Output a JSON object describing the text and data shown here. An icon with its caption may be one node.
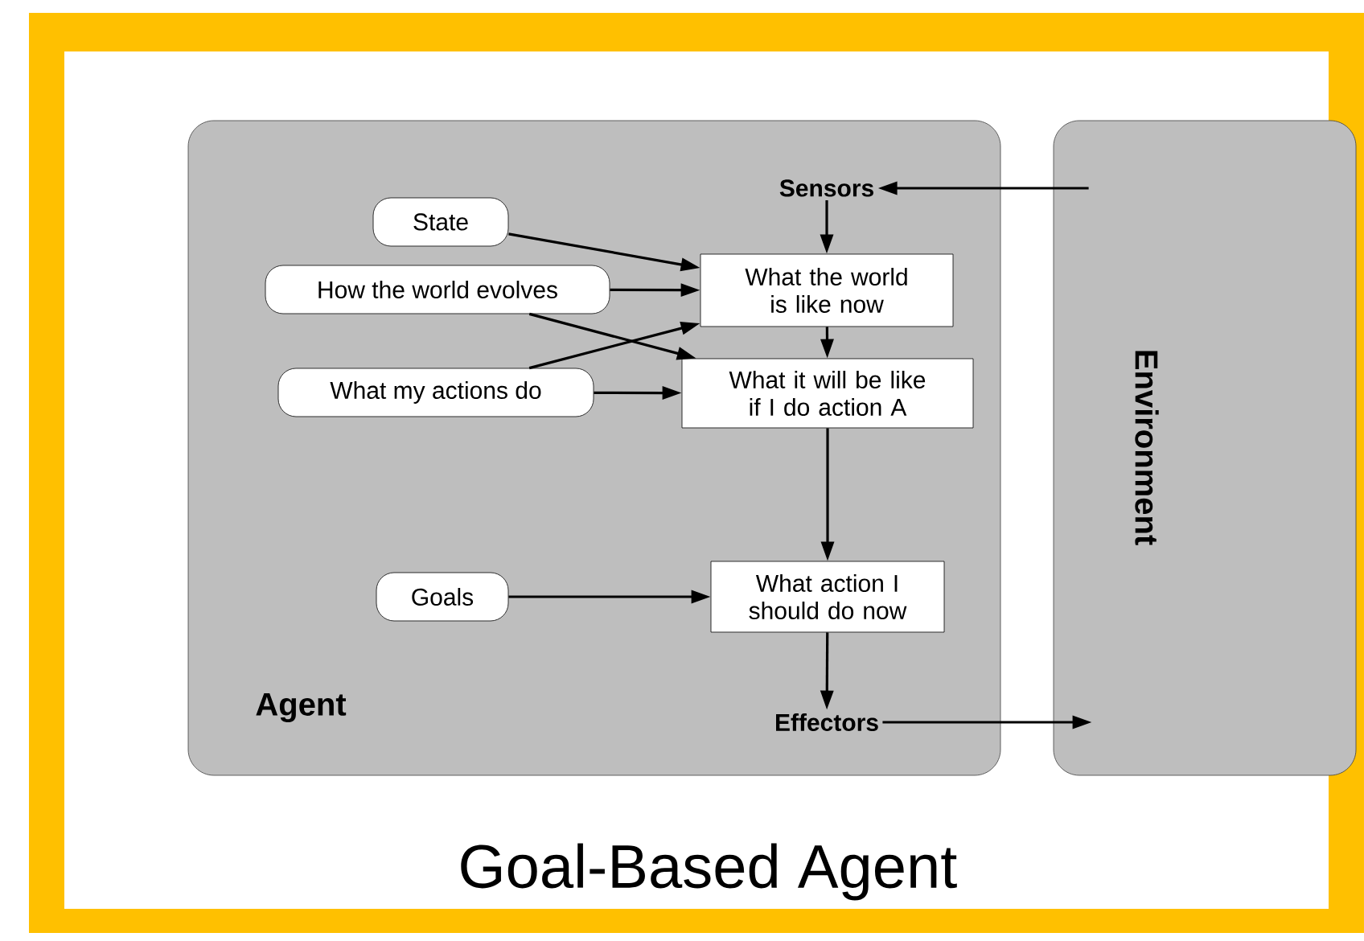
{
  "diagram": {
    "caption": "Goal-Based Agent",
    "nodes": [
      {
        "text": [
          "Agent"
        ]
      },
      {
        "text": [
          "Environment"
        ]
      },
      {
        "text": [
          "Sensors"
        ],
        "in": 0
      },
      {
        "text": [
          "State"
        ],
        "in": 0
      },
      {
        "text": [
          "How the world evolves"
        ],
        "in": 0
      },
      {
        "text": [
          "What my actions do"
        ],
        "in": 0
      },
      {
        "text": [
          "What the world is like now"
        ],
        "in": 0
      },
      {
        "text": [
          "What it will be like if I do action A"
        ],
        "in": 0
      },
      {
        "text": [
          "Goals"
        ],
        "in": 0
      },
      {
        "text": [
          "What action I should do now"
        ],
        "in": 0
      },
      {
        "text": [
          "Effectors"
        ],
        "in": 0
      }
    ],
    "edges": [
      {
        "from": 1,
        "to": 2,
        "arrow": "to"
      },
      {
        "from": 2,
        "to": 6,
        "arrow": "to"
      },
      {
        "from": 3,
        "to": 6,
        "arrow": "to"
      },
      {
        "from": 4,
        "to": 6,
        "arrow": "to"
      },
      {
        "from": 4,
        "to": 7,
        "arrow": "to"
      },
      {
        "from": 5,
        "to": 6,
        "arrow": "to"
      },
      {
        "from": 5,
        "to": 7,
        "arrow": "to"
      },
      {
        "from": 6,
        "to": 7,
        "arrow": "to"
      },
      {
        "from": 7,
        "to": 9,
        "arrow": "to"
      },
      {
        "from": 8,
        "to": 9,
        "arrow": "to"
      },
      {
        "from": 9,
        "to": 10,
        "arrow": "to"
      },
      {
        "from": 10,
        "to": 1,
        "arrow": "to"
      }
    ]
  }
}
